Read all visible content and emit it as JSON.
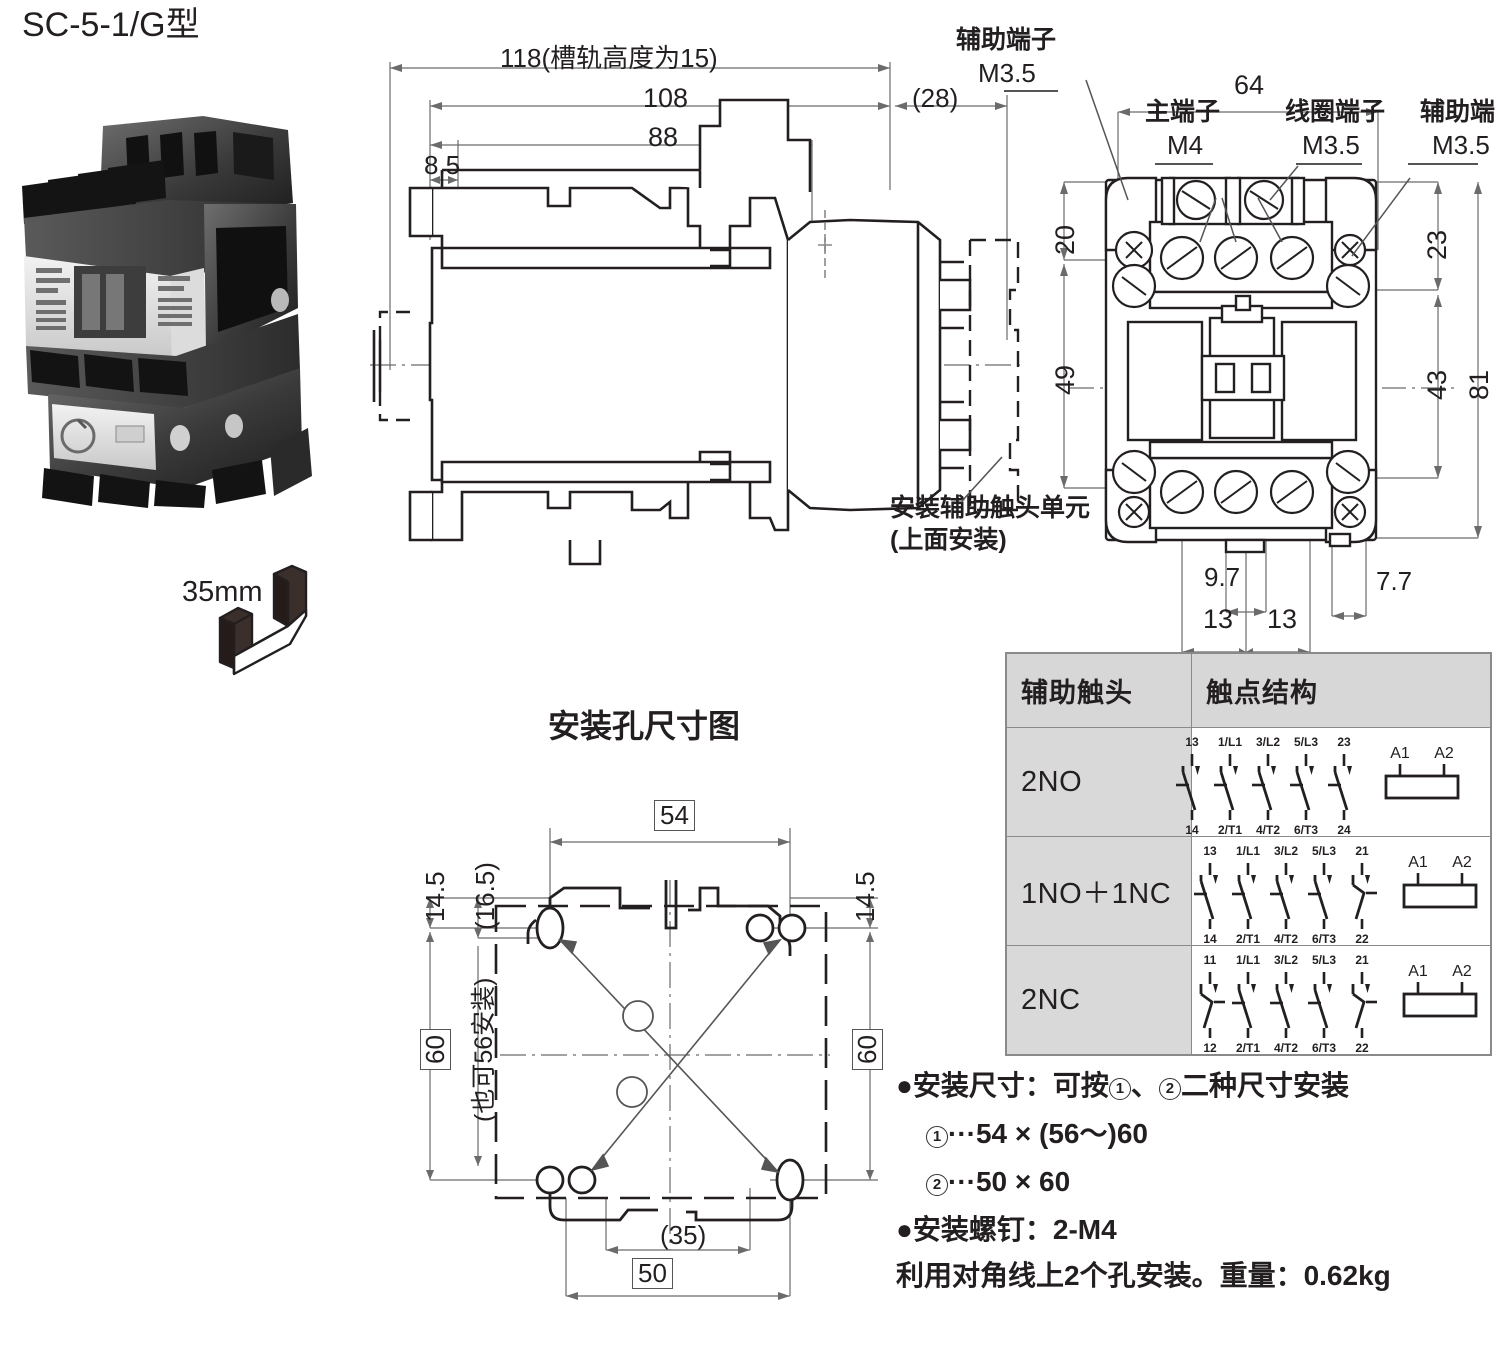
{
  "title": "SC-5-1/G型",
  "side_view": {
    "dims": {
      "overall": "118(槽轨高度为15)",
      "body": "108",
      "inner": "88",
      "left_offset": "8.5",
      "aux_depth": "(28)"
    },
    "callout": {
      "line1": "安装辅助触头单元",
      "line2": "(上面安装)"
    }
  },
  "din_rail": {
    "label": "35mm"
  },
  "front_view": {
    "terminals": {
      "aux_left_name": "辅助端子",
      "aux_left_size": "M3.5",
      "main_name": "主端子",
      "main_size": "M4",
      "coil_name": "线圈端子",
      "coil_size": "M3.5",
      "aux_right_name": "辅助端",
      "aux_right_size": "M3.5"
    },
    "dims": {
      "width": "64",
      "top_left": "20",
      "mid_left": "49",
      "top_right": "23",
      "mid_right": "43",
      "total_right": "81",
      "pitch_small": "9.7",
      "pitch_left": "13",
      "pitch_right": "13",
      "edge": "7.7"
    }
  },
  "mount_view": {
    "title": "安装孔尺寸图",
    "dims": {
      "top_width": "54",
      "left_top": "14.5",
      "left_top_paren": "(16.5)",
      "right_top": "14.5",
      "left_height": "60",
      "left_note": "(也可56安装)",
      "right_height": "60",
      "bottom_paren": "(35)",
      "bottom_width": "50",
      "marker_1": "①",
      "marker_2": "②"
    }
  },
  "contact_table": {
    "headers": [
      "辅助触头",
      "触点结构"
    ],
    "rows": [
      {
        "label": "2NO",
        "top_terminals": [
          "13",
          "1/L1",
          "3/L2",
          "5/L3",
          "23"
        ],
        "bottom_terminals": [
          "14",
          "2/T1",
          "4/T2",
          "6/T3",
          "24"
        ],
        "coil": [
          "A1",
          "A2"
        ],
        "types": [
          "NO",
          "NO",
          "NO",
          "NO",
          "NO"
        ]
      },
      {
        "label": "1NO＋1NC",
        "top_terminals": [
          "13",
          "1/L1",
          "3/L2",
          "5/L3",
          "21"
        ],
        "bottom_terminals": [
          "14",
          "2/T1",
          "4/T2",
          "6/T3",
          "22"
        ],
        "coil": [
          "A1",
          "A2"
        ],
        "types": [
          "NO",
          "NO",
          "NO",
          "NO",
          "NC"
        ]
      },
      {
        "label": "2NC",
        "top_terminals": [
          "11",
          "1/L1",
          "3/L2",
          "5/L3",
          "21"
        ],
        "bottom_terminals": [
          "12",
          "2/T1",
          "4/T2",
          "6/T3",
          "22"
        ],
        "coil": [
          "A1",
          "A2"
        ],
        "types": [
          "NC",
          "NO",
          "NO",
          "NO",
          "NC"
        ]
      }
    ]
  },
  "notes": {
    "line1_pre": "●安装尺寸：可按",
    "line1_mid": "、",
    "line1_post": "二种尺寸安装",
    "line2": "···54 × (56〜)60",
    "line3": "···50 × 60",
    "line4": "●安装螺钉：2-M4",
    "line5": "利用对角线上2个孔安装。重量：0.62kg",
    "m1": "1",
    "m2": "2"
  },
  "colors": {
    "ink": "#231f20",
    "dim_line": "#6b6b6b",
    "table_border": "#8a8a8a",
    "header_fill": "#d7d7d7",
    "label_fill": "#d9d9d9"
  }
}
